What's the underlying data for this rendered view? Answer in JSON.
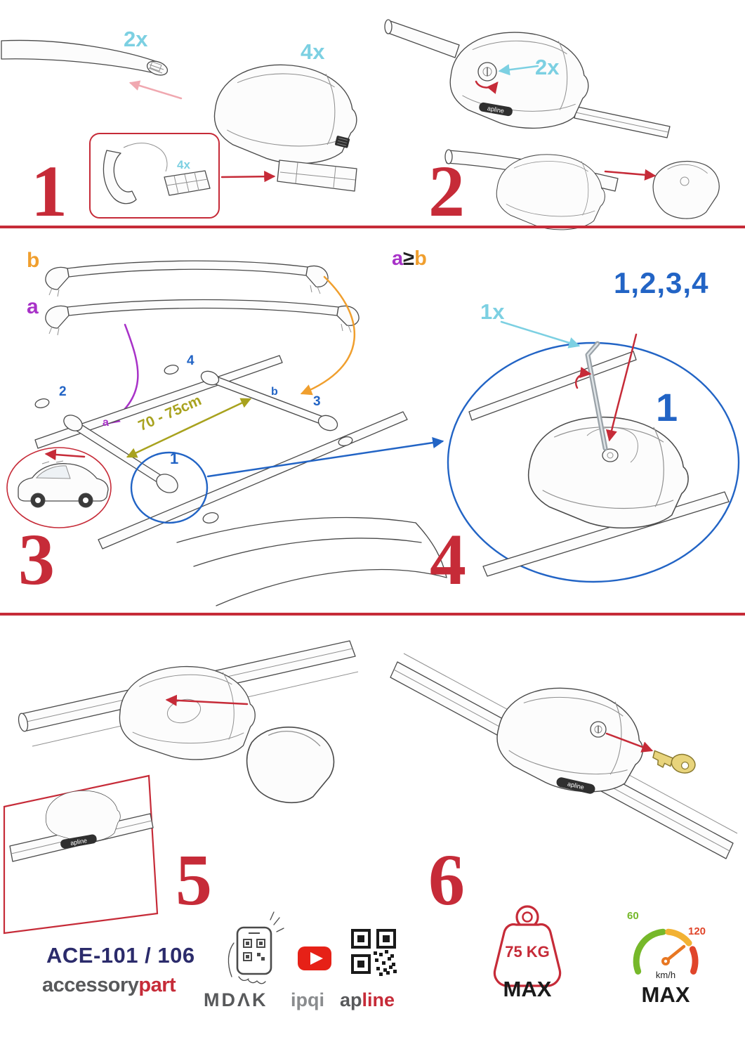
{
  "steps": {
    "s1": {
      "number": "1",
      "bar_qty": "2x",
      "foot_qty": "4x",
      "pad_qty": "4x"
    },
    "s2": {
      "number": "2",
      "lock_qty": "2x"
    },
    "s3": {
      "number": "3",
      "bar_label_a": "a",
      "bar_label_b": "b",
      "distance": "70 - 75cm",
      "pos1": "1",
      "pos2": "2",
      "pos3": "3",
      "pos4": "4",
      "roof_a": "a",
      "roof_b": "b"
    },
    "s4": {
      "number": "4",
      "rule_a": "a",
      "rule_op": "≥",
      "rule_b": "b",
      "sequence": "1,2,3,4",
      "tool_qty": "1x",
      "first": "1"
    },
    "s5": {
      "number": "5"
    },
    "s6": {
      "number": "6"
    },
    "foot_logo": "apline"
  },
  "footer": {
    "model": "ACE-101 / 106",
    "brand_gray": "accessory",
    "brand_red": "part",
    "partner1": "MDΛK",
    "partner2": "ipqi",
    "partner3_gray": "ap",
    "partner3_red": "line",
    "weight": "75 KG",
    "weight_max": "MAX",
    "speed_low": "60",
    "speed_high": "120",
    "speed_unit": "km/h",
    "speed_max": "MAX"
  },
  "colors": {
    "red": "#c62b38",
    "cyan": "#7cd0e2",
    "blue": "#2264c5",
    "purple": "#a832c8",
    "orange": "#f09f2e",
    "olive": "#a8a21e",
    "navy": "#2b2b6b",
    "gray": "#58595b",
    "lightgray": "#8a8c8e",
    "green": "#76b82a",
    "speedred": "#e0452a",
    "needle": "#e87722",
    "youtube": "#e62117",
    "dark": "#1a1a1a",
    "pink": "#f0a8b0"
  }
}
